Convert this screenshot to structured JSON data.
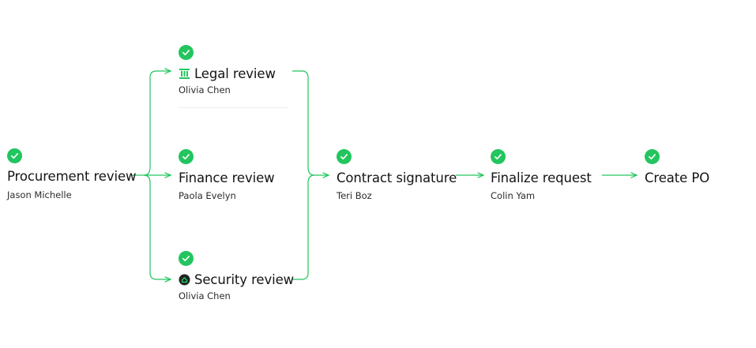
{
  "colors": {
    "accent": "#22c55e",
    "connector": "#22c55e"
  },
  "steps": {
    "procurement": {
      "title": "Procurement review",
      "assignee": "Jason Michelle",
      "done": true
    },
    "legal": {
      "title": "Legal review",
      "assignee": "Olivia Chen",
      "done": true,
      "icon": "legal-logo-icon"
    },
    "finance": {
      "title": "Finance review",
      "assignee": "Paola Evelyn",
      "done": true
    },
    "security": {
      "title": "Security review",
      "assignee": "Olivia Chen",
      "done": true,
      "icon": "security-logo-icon"
    },
    "contract": {
      "title": "Contract signature",
      "assignee": "Teri Boz",
      "done": true
    },
    "finalize": {
      "title": "Finalize request",
      "assignee": "Colin Yam",
      "done": true
    },
    "create_po": {
      "title": "Create PO",
      "done": true
    }
  }
}
